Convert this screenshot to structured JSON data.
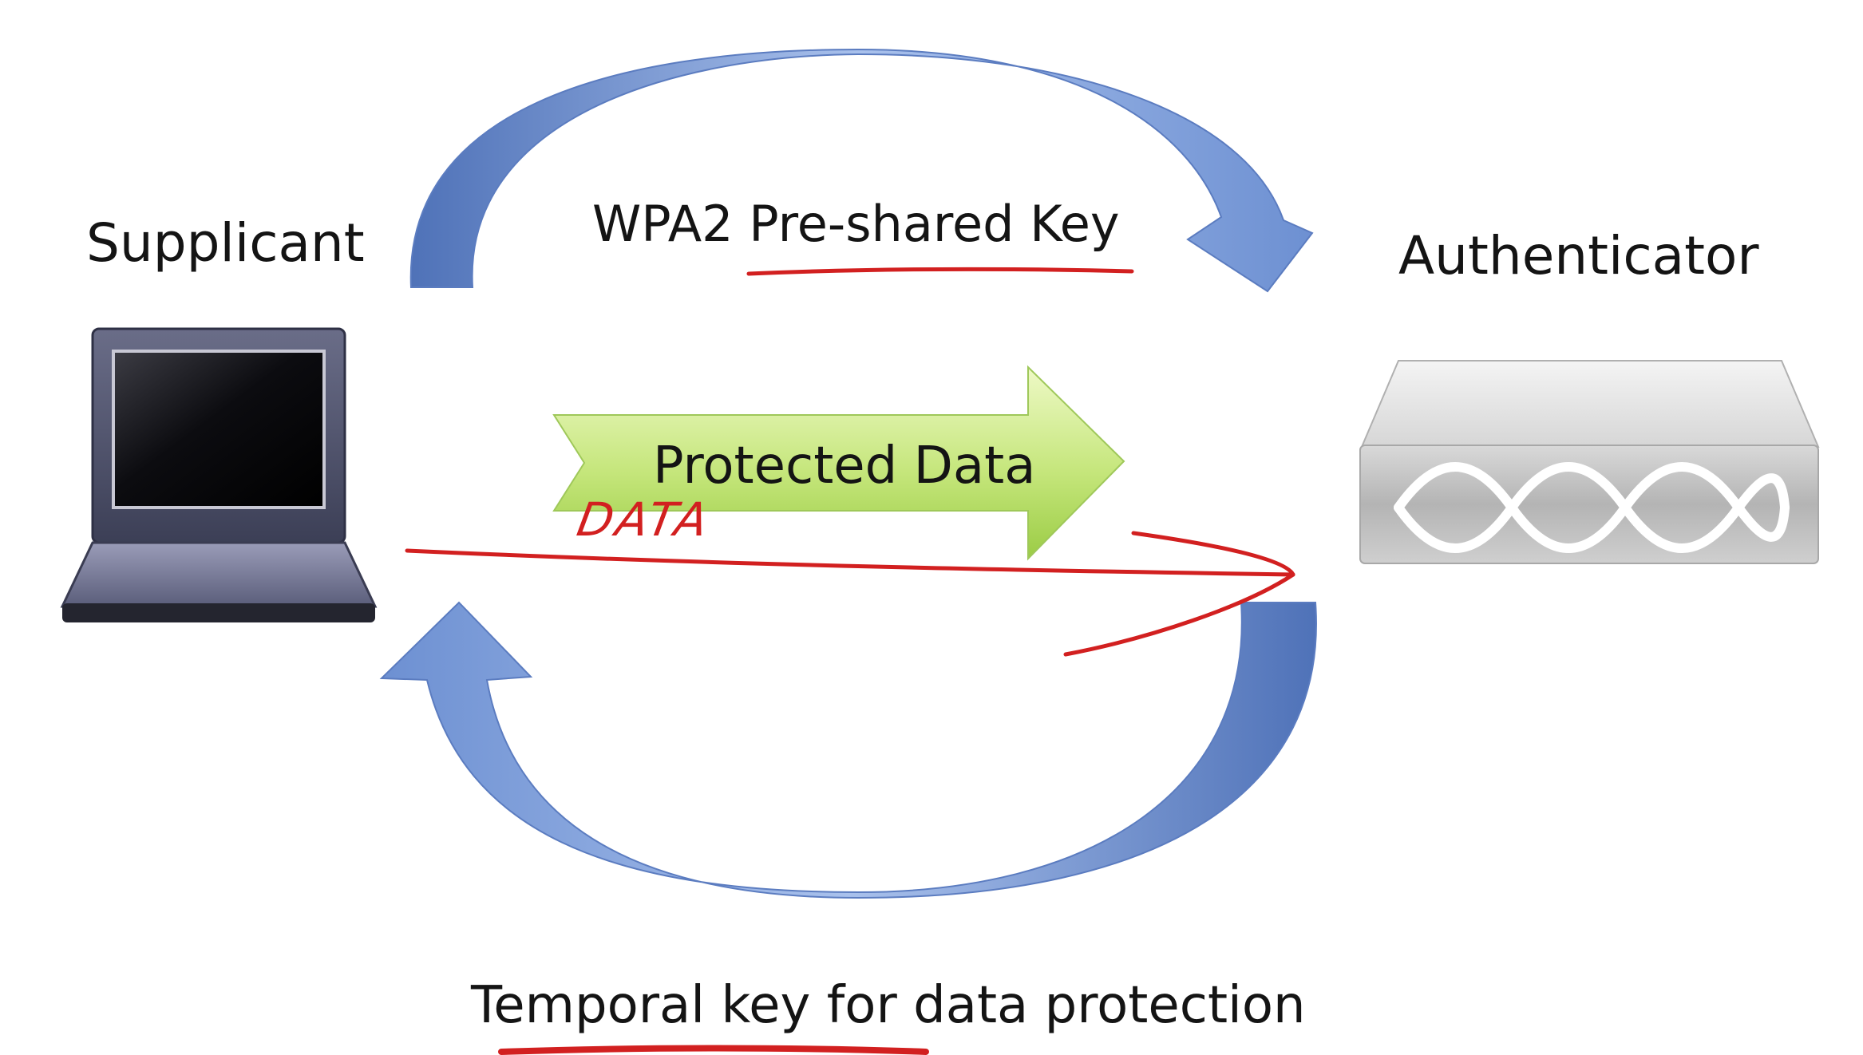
{
  "labels": {
    "supplicant": "Supplicant",
    "authenticator": "Authenticator",
    "psk": "WPA2 Pre-shared Key",
    "protected": "Protected Data",
    "temporal": "Temporal key for data protection",
    "handwritten": "DATA"
  },
  "colors": {
    "blue_arrow": "#6f91cf",
    "green_arrow": "#b7dd6a",
    "annotation_red": "#d22020",
    "laptop_body": "#585c78",
    "switch_body": "#dcdcdc"
  },
  "icons": {
    "supplicant": "laptop-icon",
    "authenticator": "network-switch-icon"
  }
}
